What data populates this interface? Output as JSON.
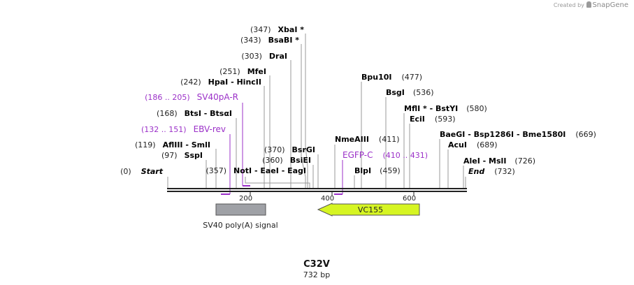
{
  "credit": {
    "prefix": "Created by",
    "brand": "SnapGene"
  },
  "map": {
    "name": "C32V",
    "length_label": "732 bp",
    "length_bp": 732,
    "ticks": [
      "200",
      "400",
      "600"
    ],
    "tick_values": [
      200,
      400,
      600
    ],
    "colors": {
      "enzyme": "#000000",
      "primer": "#9b30c8",
      "feature_gray": "#9fa1a6",
      "feature_green": "#d6f522",
      "line": "#999999"
    }
  },
  "sites": [
    {
      "pos": "(0)",
      "label": "Start",
      "bp": 0
    },
    {
      "pos": "(97)",
      "label": "SspI",
      "bp": 97
    },
    {
      "pos": "(119)",
      "label": "AflIII  -  SmlI",
      "bp": 119
    },
    {
      "pos": "(168)",
      "label": "BtsI  -  BtsαI",
      "bp": 168
    },
    {
      "pos": "(242)",
      "label": "HpaI  -  HincII",
      "bp": 242
    },
    {
      "pos": "(251)",
      "label": "MfeI",
      "bp": 251
    },
    {
      "pos": "(303)",
      "label": "DraI",
      "bp": 303
    },
    {
      "pos": "(343)",
      "label": "BsaBI *",
      "bp": 343
    },
    {
      "pos": "(347)",
      "label": "XbaI *",
      "bp": 347
    },
    {
      "pos": "(357)",
      "label": "NotI  -  EaeI  -  EagI",
      "bp": 357
    },
    {
      "pos": "(360)",
      "label": "BsiEI",
      "bp": 360
    },
    {
      "pos": "(370)",
      "label": "BsrGI",
      "bp": 370
    },
    {
      "pos": "(411)",
      "label": "NmeAIII",
      "bp": 411
    },
    {
      "pos": "(459)",
      "label": "BlpI",
      "bp": 459
    },
    {
      "pos": "(477)",
      "label": "Bpu10I",
      "bp": 477
    },
    {
      "pos": "(536)",
      "label": "BsgI",
      "bp": 536
    },
    {
      "pos": "(580)",
      "label": "MflI *  -  BstYI",
      "bp": 580
    },
    {
      "pos": "(593)",
      "label": "EciI",
      "bp": 593
    },
    {
      "pos": "(669)",
      "label": "BaeGI  -  Bsp1286I  -  Bme1580I",
      "bp": 669
    },
    {
      "pos": "(689)",
      "label": "AcuI",
      "bp": 689
    },
    {
      "pos": "(726)",
      "label": "AleI  -  MslI",
      "bp": 726
    },
    {
      "pos": "(732)",
      "label": "End",
      "bp": 732
    }
  ],
  "primers": [
    {
      "range": "(186 .. 205)",
      "label": "SV40pA-R"
    },
    {
      "range": "(132 .. 151)",
      "label": "EBV-rev"
    },
    {
      "range": "(410 .. 431)",
      "label": "EGFP-C"
    }
  ],
  "features": [
    {
      "label": "SV40 poly(A) signal"
    },
    {
      "label": "VC155"
    }
  ]
}
